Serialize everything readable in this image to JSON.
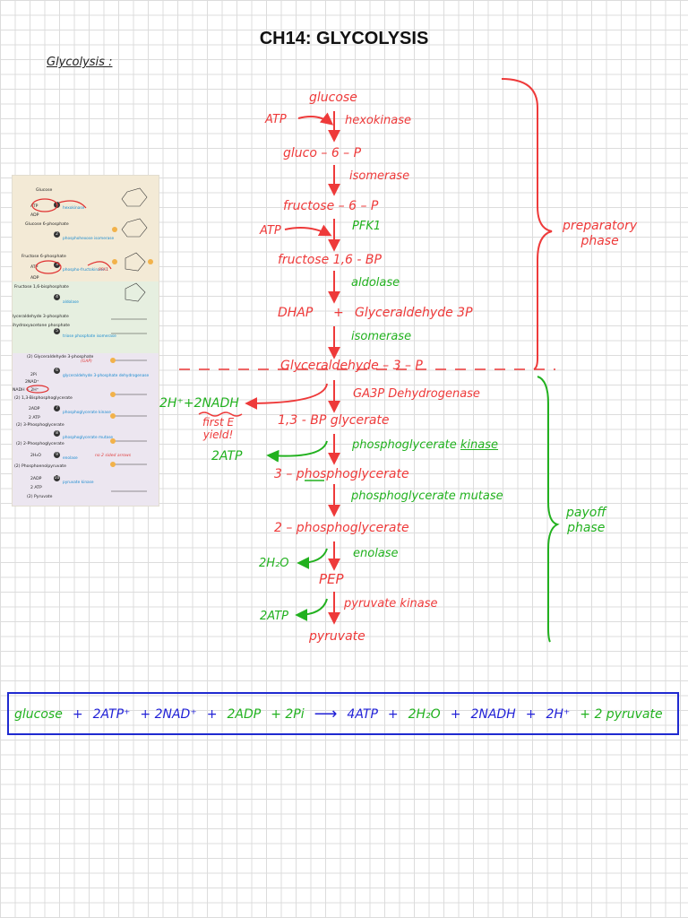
{
  "title": "CH14: GLYCOLYSIS",
  "section_label": "Glycolysis :",
  "pathway": {
    "glucose": "glucose",
    "atp_1": "ATP",
    "hexokinase": "hexokinase",
    "gluco_6_p": "gluco – 6 – P",
    "isomerase_1": "isomerase",
    "fructose_6_p": "fructose – 6 – P",
    "atp_2": "ATP",
    "pfk1": "PFK1",
    "fructose_16_bp": "fructose 1,6 - BP",
    "aldolase": "aldolase",
    "dhap": "DHAP",
    "plus": "+",
    "glyceraldehyde_3p_a": "Glyceraldehyde 3P",
    "isomerase_2": "isomerase",
    "glyceraldehyde_3p_b": "Glyceraldehyde – 3 – P",
    "ga3p_dh": "GA3P Dehydrogenase",
    "nadh_side": "2H⁺+2NADH",
    "first_e_yield_1": "first E",
    "first_e_yield_2": "yield!",
    "bpg": "1,3 - BP glycerate",
    "pgk": "phosphoglycerate",
    "kinase": "kinase",
    "atp_yield_1": "2ATP",
    "pg3": "3 – phosphoglycerate",
    "pg_mutase": "phosphoglycerate mutase",
    "pg2": "2 – phosphoglycerate",
    "enolase": "enolase",
    "h2o": "2H₂O",
    "pep": "PEP",
    "pyruvate_kinase": "pyruvate kinase",
    "atp_yield_2": "2ATP",
    "pyruvate": "pyruvate"
  },
  "phases": {
    "preparatory": [
      "preparatory",
      "phase"
    ],
    "payoff": [
      "payoff",
      "phase"
    ]
  },
  "equation": {
    "left": [
      {
        "text": "glucose",
        "color": "green"
      },
      {
        "text": "+",
        "color": "blue"
      },
      {
        "text": "2ATP⁺",
        "color": "blue"
      },
      {
        "text": "+ 2NAD⁺",
        "color": "blue"
      },
      {
        "text": "+",
        "color": "blue"
      },
      {
        "text": "2ADP",
        "color": "green"
      },
      {
        "text": "+ 2Pi",
        "color": "green"
      }
    ],
    "arrow": "⟶",
    "right": [
      {
        "text": "4ATP",
        "color": "blue"
      },
      {
        "text": "+",
        "color": "blue"
      },
      {
        "text": "2H₂O",
        "color": "green"
      },
      {
        "text": "+",
        "color": "blue"
      },
      {
        "text": "2NADH",
        "color": "blue"
      },
      {
        "text": "+",
        "color": "blue"
      },
      {
        "text": "2H⁺",
        "color": "blue"
      },
      {
        "text": "+ 2 pyruvate",
        "color": "green"
      }
    ]
  },
  "figure": {
    "labels": [
      "Glucose",
      "ATP",
      "ADP",
      "Glucose 6-phosphate",
      "Fructose 6-phosphate",
      "ATP",
      "ADP",
      "Fructose 1,6-bisphosphate",
      "lyceraldehyde 3-phosphate",
      "ihydroxyacetone phosphate",
      "(2) Glyceraldehyde 3-phosphate",
      "2Pi",
      "2NAD⁺",
      "NADH + 2H⁺",
      "(2) 1,3-Bisphosphoglycerate",
      "2ADP",
      "2 ATP",
      "(2) 3-Phosphoglycerate",
      "(2) 2-Phosphoglycerate",
      "2H₂O",
      "(2) Phosphoenolpyruvate",
      "2ADP",
      "2 ATP",
      "(2) Pyruvate"
    ],
    "enzymes": [
      "hexokinase",
      "phosphohexose isomerase",
      "phospho-fructokinase-1",
      "aldolase",
      "triose phosphate isomerase",
      "glyceraldehyde 3-phosphate dehydrogenase",
      "phosphoglycerate kinase",
      "phosphoglycerate mutase",
      "enolase",
      "pyruvate kinase"
    ],
    "numbers": [
      "1",
      "2",
      "3",
      "4",
      "5",
      "6",
      "7",
      "8",
      "9",
      "10"
    ],
    "notes": [
      "(GAP)",
      "PFK1",
      "no 2 sided arrows"
    ]
  },
  "colors": {
    "red": "#ee3a3a",
    "green": "#22b11f",
    "blue": "#1f1fd6"
  }
}
